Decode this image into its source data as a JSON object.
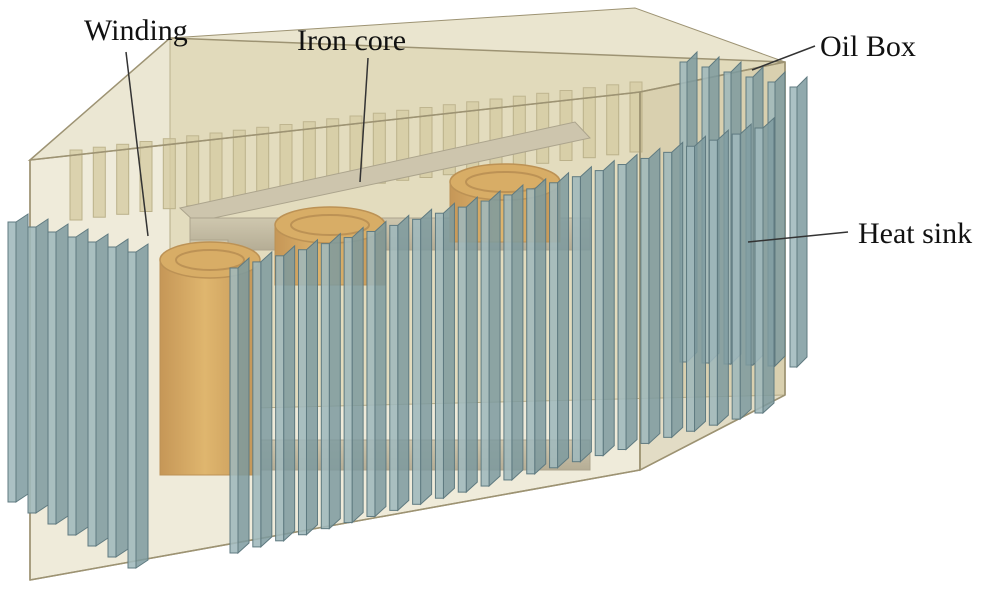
{
  "labels": {
    "winding": "Winding",
    "iron_core": "Iron core",
    "oil_box": "Oil Box",
    "heat_sink": "Heat sink"
  },
  "colors": {
    "oil_box_fill": "#d8cfa7",
    "oil_box_edge": "#9d9373",
    "fin_fill": "#9fb8bc",
    "fin_edge": "#5f7a80",
    "winding": "#d89438",
    "winding_dark": "#a8661a",
    "iron_core": "#b4ada0",
    "leader": "#333333"
  },
  "components": {
    "front_fin_count": 24,
    "left_fin_count": 7,
    "back_fin_count": 25,
    "right_fin_count": 6,
    "winding_count": 3
  }
}
